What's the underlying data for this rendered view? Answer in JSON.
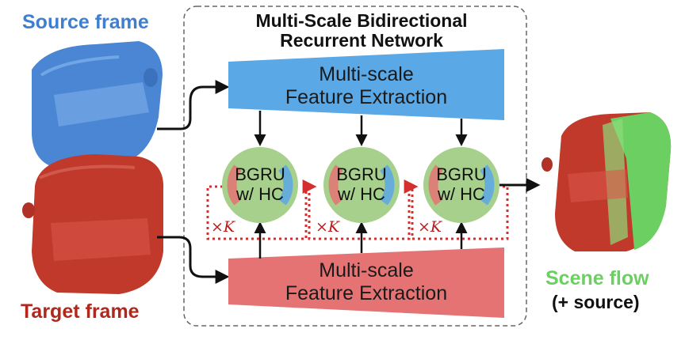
{
  "source_label": "Source frame",
  "target_label": "Target frame",
  "output_label": "Scene flow",
  "output_sublabel": "(+ source)",
  "network": {
    "title_line1": "Multi-Scale Bidirectional",
    "title_line2": "Recurrent Network",
    "top_box": {
      "line1": "Multi-scale",
      "line2": "Feature Extraction"
    },
    "bottom_box": {
      "line1": "Multi-scale",
      "line2": "Feature Extraction"
    },
    "nodes": [
      {
        "line1": "BGRU",
        "line2": "w/ HC",
        "repeat": "×K"
      },
      {
        "line1": "BGRU",
        "line2": "w/ HC",
        "repeat": "×K"
      },
      {
        "line1": "BGRU",
        "line2": "w/ HC",
        "repeat": "×K"
      }
    ]
  },
  "colors": {
    "source": "#4a86d4",
    "target": "#c0392b",
    "flow": "#6ccf62",
    "top_box": "#5aa8e6",
    "bottom_box": "#e57373",
    "node_ring": "#a8d08d",
    "dotted": "#d32f2f"
  }
}
